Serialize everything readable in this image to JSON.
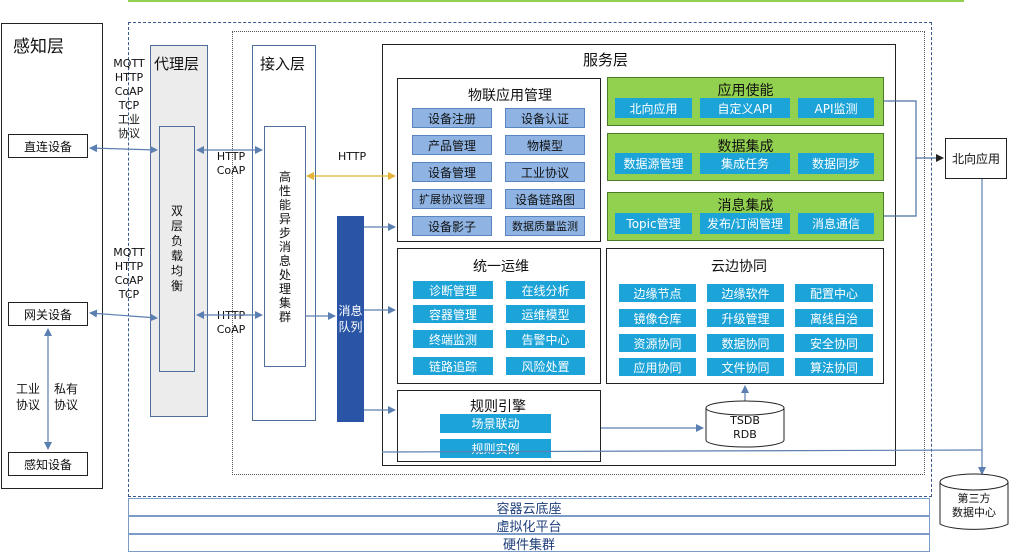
{
  "perception": {
    "title": "感知层",
    "devices": {
      "direct": "直连设备",
      "gateway": "网关设备",
      "sensor": "感知设备"
    },
    "protocols_top": [
      "MQTT",
      "HTTP",
      "CoAP",
      "TCP",
      "工业",
      "协议"
    ],
    "protocols_mid": [
      "MQTT",
      "HTTP",
      "CoAP",
      "TCP"
    ],
    "industrial_label": [
      "工业",
      "协议"
    ],
    "private_label": [
      "私有",
      "协议"
    ]
  },
  "proxy": {
    "title": "代理层",
    "balancer": [
      "双",
      "层",
      "负",
      "载",
      "均",
      "衡"
    ]
  },
  "access": {
    "title": "接入层",
    "cluster": [
      "高",
      "性",
      "能",
      "异",
      "步",
      "消",
      "息",
      "处",
      "理",
      "集",
      "群"
    ],
    "proto_top": [
      "HTTP",
      "CoAP"
    ],
    "proto_bottom": [
      "HTTP",
      "CoAP"
    ]
  },
  "queue": {
    "chars": [
      "消息",
      "队列"
    ]
  },
  "http_label": "HTTP",
  "service": {
    "title": "服务层",
    "iot": {
      "title": "物联应用管理",
      "items": [
        "设备注册",
        "设备认证",
        "产品管理",
        "物模型",
        "设备管理",
        "工业协议",
        "扩展协议管理",
        "设备链路图",
        "设备影子",
        "数据质量监测"
      ]
    },
    "app_enable": {
      "title": "应用使能",
      "items": [
        "北向应用",
        "自定义API",
        "API监测"
      ]
    },
    "data_integration": {
      "title": "数据集成",
      "items": [
        "数据源管理",
        "集成任务",
        "数据同步"
      ]
    },
    "msg_integration": {
      "title": "消息集成",
      "items": [
        "Topic管理",
        "发布/订阅管理",
        "消息通信"
      ]
    },
    "ops": {
      "title": "统一运维",
      "items": [
        "诊断管理",
        "在线分析",
        "容器管理",
        "运维模型",
        "终端监测",
        "告警中心",
        "链路追踪",
        "风险处置"
      ]
    },
    "edge": {
      "title": "云边协同",
      "items": [
        "边缘节点",
        "边缘软件",
        "配置中心",
        "镜像仓库",
        "升级管理",
        "离线自治",
        "资源协同",
        "数据协同",
        "安全协同",
        "应用协同",
        "文件协同",
        "算法协同"
      ]
    },
    "rules": {
      "title": "规则引擎",
      "items": [
        "场景联动",
        "规则实例"
      ]
    }
  },
  "db": {
    "lines": [
      "TSDB",
      "RDB"
    ]
  },
  "north_app": "北向应用",
  "third_party": [
    "第三方",
    "数据中心"
  ],
  "platforms": [
    "容器云底座",
    "虚拟化平台",
    "硬件集群"
  ],
  "colors": {
    "green": "#92d050",
    "chip_light": "#8fb4e3",
    "chip_dark": "#1ca3d8",
    "queue": "#2a55a6",
    "proxy_bg": "#ececec"
  }
}
